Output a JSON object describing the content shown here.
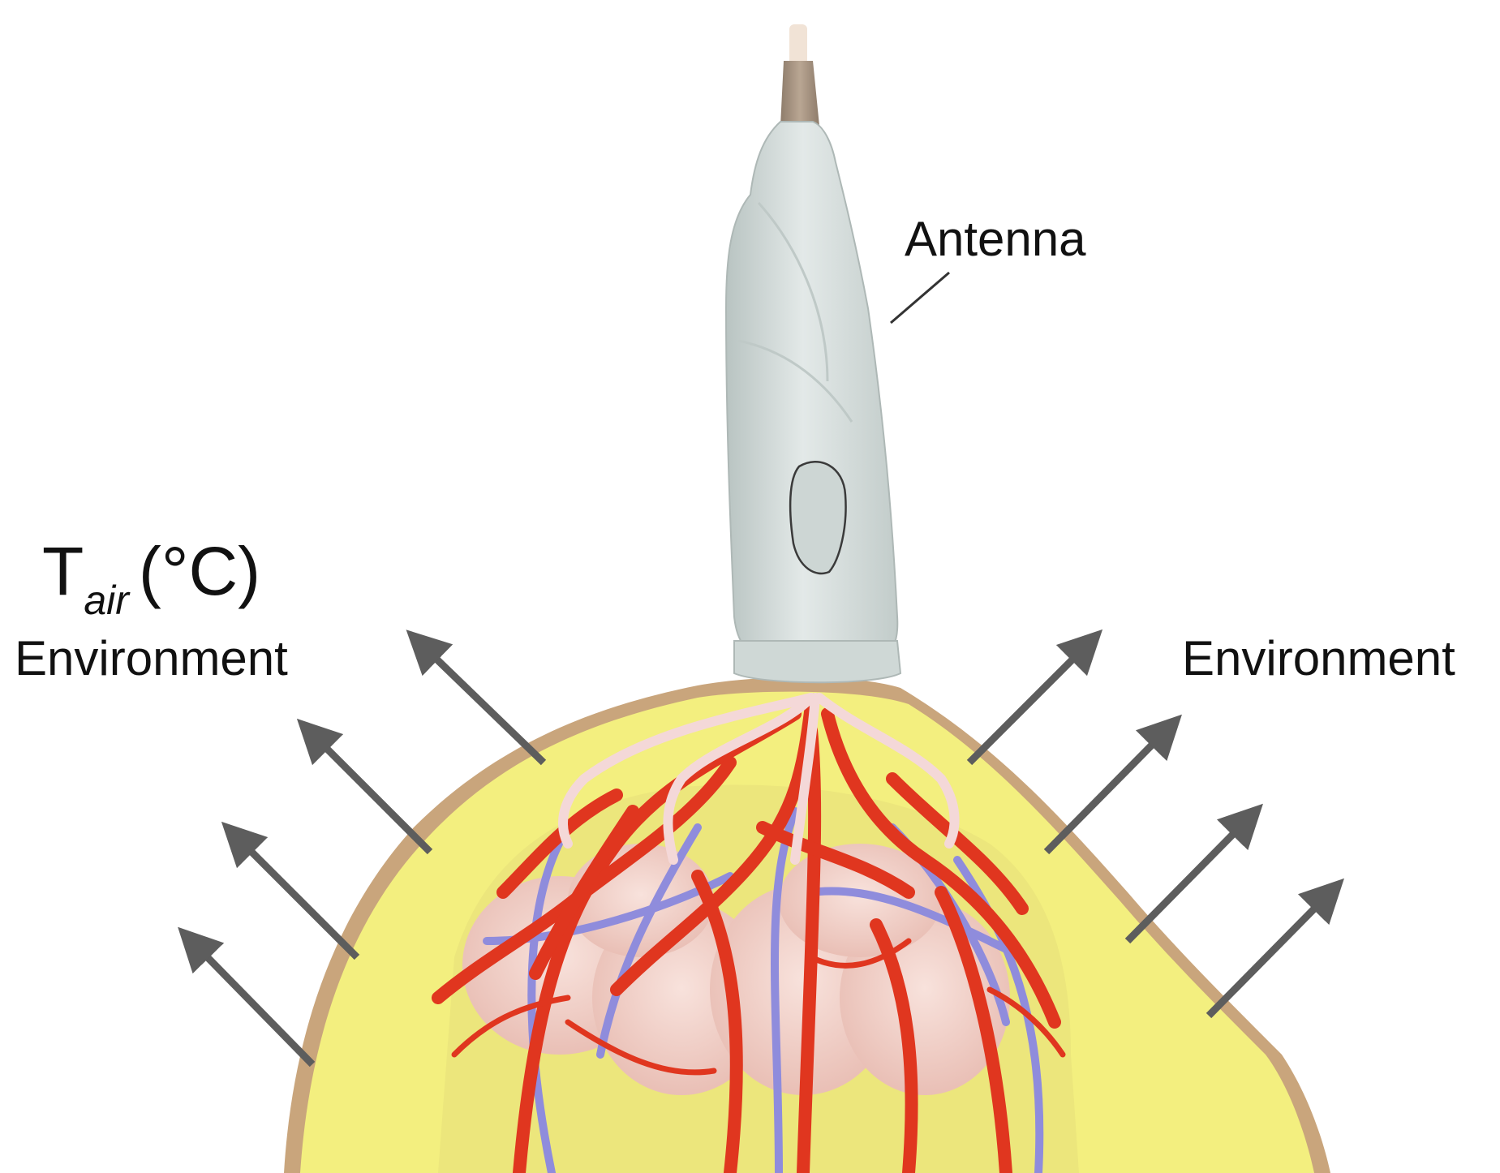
{
  "labels": {
    "antenna": "Antenna",
    "t_symbol": "T",
    "t_subscript": "air",
    "t_unit": "(°C)",
    "environment_left": "Environment",
    "environment_right": "Environment"
  },
  "colors": {
    "arrow": "#5d5d5d",
    "fat_tissue": "#f3ef7f",
    "skin": "#c9a57c",
    "artery": "#e0361f",
    "vein": "#8f8cdc",
    "gland": "#f3d3cc",
    "probe": "#d6dedd",
    "probe_tip": "#a99784"
  },
  "icons": {
    "heat_arrow": "arrow-up-outward-icon",
    "probe": "microwave-antenna-probe-icon"
  }
}
